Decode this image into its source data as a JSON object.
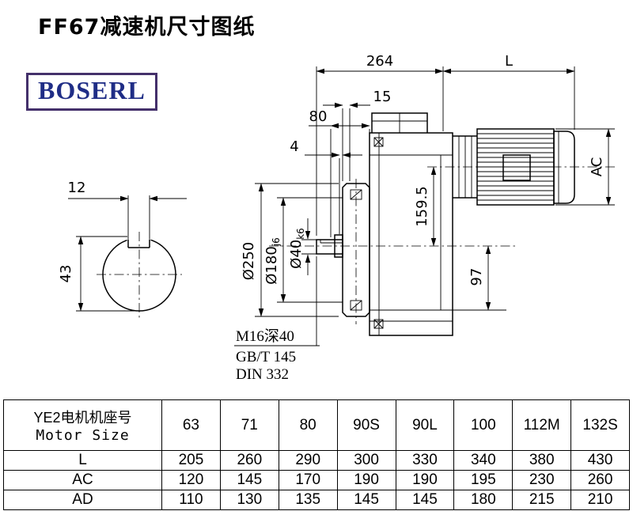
{
  "title": "FF67减速机尺寸图纸",
  "logo": {
    "text": "BOSERL",
    "text_color": "#1f2d86",
    "border_color": "#44306b"
  },
  "drawing": {
    "dims": {
      "d264": "264",
      "L": "L",
      "d15": "15",
      "d80": "80",
      "d4": "4",
      "AC": "AC",
      "d159_5": "159.5",
      "d97": "97",
      "dia250": "Ø250",
      "dia180": "Ø180",
      "dia180_tol": "j6",
      "dia40": "Ø40",
      "dia40_tol": "k6",
      "d12": "12",
      "d43": "43"
    },
    "notes": {
      "tap": "M16深40",
      "std1": "GB/T 145",
      "std2": "DIN 332"
    }
  },
  "table": {
    "header_line1": "YE2电机机座号",
    "header_line2": "Motor Size",
    "columns": [
      "63",
      "71",
      "80",
      "90S",
      "90L",
      "100",
      "112M",
      "132S"
    ],
    "rows": [
      {
        "label": "L",
        "values": [
          "205",
          "260",
          "290",
          "300",
          "330",
          "340",
          "380",
          "430"
        ]
      },
      {
        "label": "AC",
        "values": [
          "120",
          "145",
          "170",
          "190",
          "190",
          "195",
          "230",
          "260"
        ]
      },
      {
        "label": "AD",
        "values": [
          "110",
          "130",
          "135",
          "145",
          "145",
          "180",
          "215",
          "210"
        ]
      }
    ]
  }
}
